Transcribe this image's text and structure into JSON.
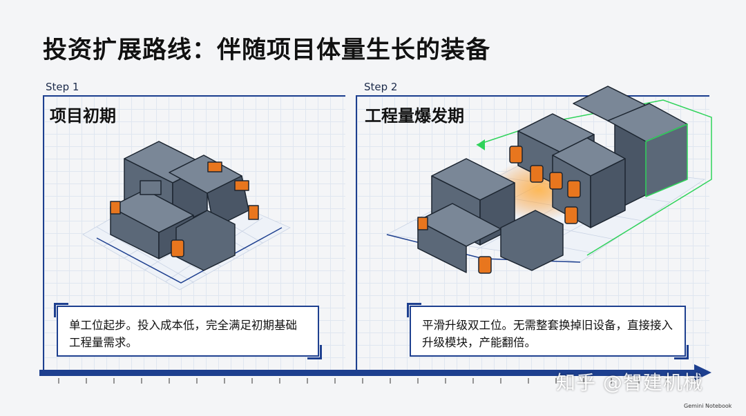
{
  "title": "投资扩展路线：伴随项目体量生长的装备",
  "steps": [
    {
      "label": "Step 1",
      "title": "项目初期",
      "description": "单工位起步。投入成本低，完全满足初期基础工程量需求。"
    },
    {
      "label": "Step 2",
      "title": "工程量爆发期",
      "description": "平滑升级双工位。无需整套换掉旧设备，直接接入升级模块，产能翻倍。"
    }
  ],
  "watermark": "知乎 @智建机械",
  "footer": "Gemini Notebook",
  "colors": {
    "accent_blue": "#1d3f8f",
    "module_gray": "#5b6878",
    "connector_orange": "#e8761e",
    "glow_green": "#2fd35a"
  }
}
